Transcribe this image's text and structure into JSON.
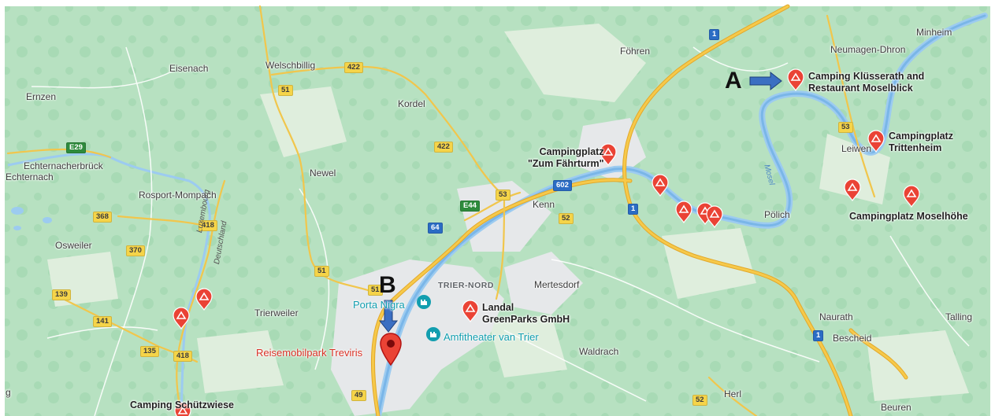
{
  "map": {
    "towns": [
      {
        "id": "minheim",
        "name": "Minheim"
      },
      {
        "id": "fohren",
        "name": "Föhren"
      },
      {
        "id": "neumagen",
        "name": "Neumagen-Dhron"
      },
      {
        "id": "eisenach",
        "name": "Eisenach"
      },
      {
        "id": "welschbillig",
        "name": "Welschbillig"
      },
      {
        "id": "ernzen",
        "name": "Ernzen"
      },
      {
        "id": "kordel",
        "name": "Kordel"
      },
      {
        "id": "leiwen",
        "name": "Leiwen"
      },
      {
        "id": "echternacherbruck",
        "name": "Echternacherbrück"
      },
      {
        "id": "echternach",
        "name": "Echternach"
      },
      {
        "id": "newel",
        "name": "Newel"
      },
      {
        "id": "rosport",
        "name": "Rosport-Mompach"
      },
      {
        "id": "kenn",
        "name": "Kenn"
      },
      {
        "id": "polich",
        "name": "Pölich"
      },
      {
        "id": "osweiler",
        "name": "Osweiler"
      },
      {
        "id": "mertesdorf",
        "name": "Mertesdorf"
      },
      {
        "id": "trierweiler",
        "name": "Trierweiler"
      },
      {
        "id": "naurath",
        "name": "Naurath"
      },
      {
        "id": "talling",
        "name": "Talling"
      },
      {
        "id": "bescheid",
        "name": "Bescheid"
      },
      {
        "id": "waldrach",
        "name": "Waldrach"
      },
      {
        "id": "herl",
        "name": "Herl"
      },
      {
        "id": "beuren",
        "name": "Beuren"
      },
      {
        "id": "g",
        "name": "g"
      }
    ],
    "districts": [
      {
        "id": "trier-nord",
        "name": "TRIER-NORD"
      }
    ],
    "rivers": [
      {
        "id": "mosel",
        "name": "Mosel"
      },
      {
        "id": "luxembourg",
        "name": "Luxembourg"
      },
      {
        "id": "deutschland",
        "name": "Deutschland"
      }
    ],
    "pois": [
      {
        "id": "klusserath",
        "line1": "Camping Klüsserath and",
        "line2": "Restaurant Moselblick"
      },
      {
        "id": "trittenheim",
        "line1": "Campingplatz",
        "line2": "Trittenheim"
      },
      {
        "id": "faehrturm",
        "line1": "Campingplatz",
        "line2": "\"Zum Fährturm\""
      },
      {
        "id": "moselhohe",
        "line1": "Campingplatz Moselhöhe"
      },
      {
        "id": "landal",
        "line1": "Landal",
        "line2": "GreenParks GmbH"
      },
      {
        "id": "porta",
        "line1": "Porta Nigra"
      },
      {
        "id": "amphi",
        "line1": "Amfitheater van Trier"
      },
      {
        "id": "treviris",
        "line1": "Reisemobilpark Treviris"
      },
      {
        "id": "schutzwiese",
        "line1": "Camping Schützwiese"
      }
    ],
    "road_shields": {
      "r422a": "422",
      "r422b": "422",
      "r51a": "51",
      "r51b": "51",
      "r51c": "51",
      "r53a": "53",
      "r53b": "53",
      "r52a": "52",
      "r52b": "52",
      "r602": "602",
      "rE44": "E44",
      "rE29": "E29",
      "r64": "64",
      "r1a": "1",
      "r1b": "1",
      "r1c": "1",
      "r368": "368",
      "r370": "370",
      "r418a": "418",
      "r418b": "418",
      "r139": "139",
      "r141": "141",
      "r135": "135",
      "r49": "49"
    },
    "annotations": {
      "a": "A",
      "b": "B"
    },
    "colors": {
      "forest": "#a8dab5",
      "field": "#eef1ec",
      "urban": "#e8eaed",
      "water": "#9ccbf0",
      "road_major": "#f6c94a",
      "road_edge": "#e3a82a",
      "poi_red": "#ea4335",
      "arrow": "#3b6fc2"
    }
  }
}
